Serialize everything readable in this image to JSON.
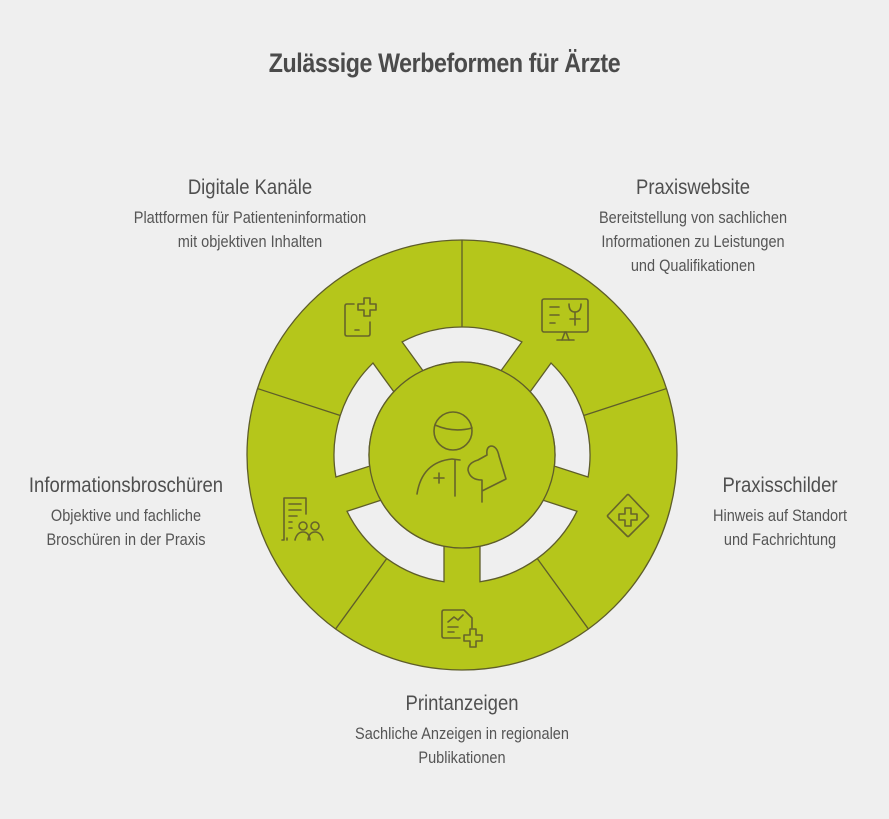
{
  "title": "Zulässige Werbeformen für Ärzte",
  "colors": {
    "background": "#efefef",
    "ring_fill": "#b5c61b",
    "stroke": "#5e5d2a",
    "gap_fill": "#efefef"
  },
  "center": {
    "icon": "doctor-with-patient-icon"
  },
  "segments": [
    {
      "title": "Digitale Kanäle",
      "description_lines": [
        "Plattformen für Patienteninformation",
        "mit objektiven Inhalten"
      ],
      "icon": "tablet-medical-cross-icon"
    },
    {
      "title": "Praxiswebsite",
      "description_lines": [
        "Bereitstellung von sachlichen",
        "Informationen zu Leistungen",
        "und Qualifikationen"
      ],
      "icon": "monitor-presentation-icon"
    },
    {
      "title": "Praxisschilder",
      "description_lines": [
        "Hinweis auf Standort",
        "und Fachrichtung"
      ],
      "icon": "diamond-sign-cross-icon"
    },
    {
      "title": "Printanzeigen",
      "description_lines": [
        "Sachliche Anzeigen in regionalen",
        "Publikationen"
      ],
      "icon": "document-chart-cross-icon"
    },
    {
      "title": "Informationsbroschüren",
      "description_lines": [
        "Objektive und fachliche",
        "Broschüren in der Praxis"
      ],
      "icon": "brochure-people-icon"
    }
  ]
}
